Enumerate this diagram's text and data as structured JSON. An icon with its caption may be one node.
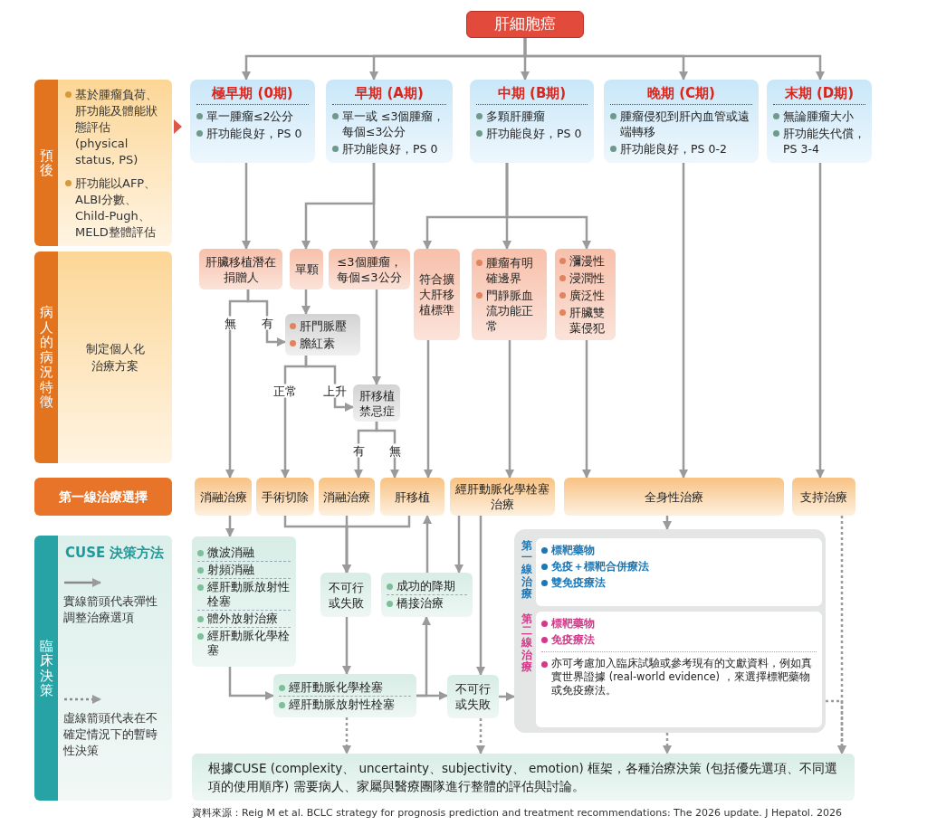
{
  "diagram": {
    "nodes": [
      {
        "text": [
          "肝細胞癌"
        ]
      },
      {
        "text": [
          "預後",
          "基於腫瘤負荷、肝功能及體能狀態評估 (physical status, PS)",
          "肝功能以AFP、ALBI分數、Child-Pugh、MELD整體評估"
        ]
      },
      {
        "text": [
          "極早期 (0期)",
          "單一腫瘤≤2公分",
          "肝功能良好，PS 0"
        ]
      },
      {
        "text": [
          "早期 (A期)",
          "單一或 ≤3個腫瘤，每個≤3公分",
          "肝功能良好，PS 0"
        ]
      },
      {
        "text": [
          "中期 (B期)",
          "多顆肝腫瘤",
          "肝功能良好，PS 0"
        ]
      },
      {
        "text": [
          "晚期 (C期)",
          "腫瘤侵犯到肝內血管或遠端轉移",
          "肝功能良好，PS 0-2"
        ]
      },
      {
        "text": [
          "末期 (D期)",
          "無論腫瘤大小",
          "肝功能失代償，PS 3-4"
        ]
      },
      {
        "text": [
          "病人的病況特徵",
          "制定個人化治療方案"
        ]
      },
      {
        "text": [
          "肝臟移植潛在捐贈人"
        ]
      },
      {
        "text": [
          "單顆"
        ]
      },
      {
        "text": [
          "≤3個腫瘤，每個≤3公分"
        ]
      },
      {
        "text": [
          "符合擴大肝移植標準"
        ]
      },
      {
        "text": [
          "腫瘤有明確邊界",
          "門靜脈血流功能正常"
        ]
      },
      {
        "text": [
          "瀰漫性",
          "浸潤性",
          "廣泛性",
          "肝臟雙葉侵犯"
        ]
      },
      {
        "text": [
          "肝門脈壓",
          "膽紅素"
        ]
      },
      {
        "text": [
          "肝移植禁忌症"
        ]
      },
      {
        "text": [
          "第一線治療選擇"
        ]
      },
      {
        "text": [
          "消融治療"
        ]
      },
      {
        "text": [
          "手術切除"
        ]
      },
      {
        "text": [
          "消融治療"
        ]
      },
      {
        "text": [
          "肝移植"
        ]
      },
      {
        "text": [
          "經肝動脈化學栓塞治療"
        ]
      },
      {
        "text": [
          "全身性治療"
        ]
      },
      {
        "text": [
          "支持治療"
        ]
      },
      {
        "text": [
          "臨床決策",
          "CUSE 決策方法"
        ]
      },
      {
        "text": [
          "微波消融",
          "射頻消融",
          "經肝動脈放射性栓塞",
          "體外放射治療",
          "經肝動脈化學栓塞"
        ]
      },
      {
        "text": [
          "不可行或失敗"
        ]
      },
      {
        "text": [
          "成功的降期",
          "橋接治療"
        ]
      },
      {
        "text": [],
        "shape": "box"
      },
      {
        "text": [
          "第一線治療",
          "標靶藥物",
          "免疫＋標靶合併療法",
          "雙免疫療法"
        ],
        "in": 28
      },
      {
        "text": [
          "第二線治療",
          "標靶藥物",
          "免疫療法",
          "亦可考慮加入臨床試驗或參考現有的文獻資料，例如真實世界證據 (real-world evidence) ，來選擇標靶藥物或免疫療法。"
        ],
        "in": 28
      },
      {
        "text": [
          "經肝動脈化學栓塞",
          "經肝動脈放射性栓塞"
        ]
      },
      {
        "text": [
          "不可行或失敗"
        ]
      },
      {
        "text": [
          "根據CUSE (complexity、 uncertainty、subjectivity、 emotion) 框架，各種治療決策 (包括優先選項、不同選項的使用順序) 需要病人、家屬與醫療團隊進行整體的評估與討論。"
        ]
      }
    ],
    "edges": [
      {
        "from": 0,
        "to": 2,
        "arrow": "to"
      },
      {
        "from": 0,
        "to": 3,
        "arrow": "to"
      },
      {
        "from": 0,
        "to": 4,
        "arrow": "to"
      },
      {
        "from": 0,
        "to": 5,
        "arrow": "to"
      },
      {
        "from": 0,
        "to": 6,
        "arrow": "to"
      },
      {
        "from": 2,
        "to": 8,
        "arrow": "to"
      },
      {
        "from": 3,
        "to": 9,
        "arrow": "to"
      },
      {
        "from": 3,
        "to": 10,
        "arrow": "to"
      },
      {
        "from": 4,
        "to": 11,
        "arrow": "to"
      },
      {
        "from": 4,
        "to": 12,
        "arrow": "to"
      },
      {
        "from": 4,
        "to": 13,
        "arrow": "to"
      },
      {
        "from": 5,
        "to": 22,
        "arrow": "to"
      },
      {
        "from": 6,
        "to": 23,
        "arrow": "to"
      },
      {
        "from": 8,
        "to": 17,
        "arrow": "to",
        "label": "無"
      },
      {
        "from": 8,
        "to": 14,
        "arrow": "to",
        "label": "有"
      },
      {
        "from": 9,
        "to": 14,
        "arrow": "to"
      },
      {
        "from": 10,
        "to": 15,
        "arrow": "to"
      },
      {
        "from": 14,
        "to": 18,
        "arrow": "to",
        "label": "正常"
      },
      {
        "from": 14,
        "to": 15,
        "arrow": "to",
        "label": "上升"
      },
      {
        "from": 15,
        "to": 19,
        "arrow": "to",
        "label": "有"
      },
      {
        "from": 15,
        "to": 20,
        "arrow": "to",
        "label": "無"
      },
      {
        "from": 11,
        "to": 20,
        "arrow": "to"
      },
      {
        "from": 12,
        "to": 21,
        "arrow": "to"
      },
      {
        "from": 13,
        "to": 22,
        "arrow": "to"
      },
      {
        "from": 17,
        "to": 25,
        "arrow": "to"
      },
      {
        "from": 18,
        "to": 26,
        "arrow": "to"
      },
      {
        "from": 19,
        "to": 26,
        "arrow": "to"
      },
      {
        "from": 20,
        "to": 26,
        "arrow": "to"
      },
      {
        "from": 21,
        "to": 27,
        "arrow": "to"
      },
      {
        "from": 21,
        "to": 32,
        "arrow": "to"
      },
      {
        "from": 27,
        "to": 20,
        "arrow": "to"
      },
      {
        "from": 26,
        "to": 31,
        "arrow": "to"
      },
      {
        "from": 25,
        "to": 31,
        "arrow": "to"
      },
      {
        "from": 31,
        "to": 27,
        "arrow": "to"
      },
      {
        "from": 31,
        "to": 32,
        "arrow": "to"
      },
      {
        "from": 32,
        "to": 28,
        "arrow": "to"
      },
      {
        "from": 22,
        "to": 28,
        "arrow": "to"
      },
      {
        "from": 31,
        "to": 33,
        "arrow": "to",
        "style": "dashed"
      },
      {
        "from": 32,
        "to": 33,
        "arrow": "to",
        "style": "dashed"
      },
      {
        "from": 28,
        "to": 33,
        "arrow": "to",
        "style": "dashed"
      },
      {
        "from": 23,
        "to": 33,
        "arrow": "to",
        "style": "dashed"
      },
      {
        "from": 28,
        "to": 33,
        "arrow": "to",
        "style": "dashed"
      },
      {
        "from": 1,
        "to": 2,
        "arrow": "to",
        "color": "#d9584a"
      }
    ],
    "labels": [
      "資料來源：Reig M et al. BCLC strategy for prognosis prediction and treatment recommendations: The 2026 update. J Hepatol. 2026"
    ],
    "legend": [
      {
        "text": "實線箭頭代表彈性調整治療選項"
      },
      {
        "text": "虛線箭頭代表在不確定情況下的暫時性決策"
      }
    ]
  }
}
